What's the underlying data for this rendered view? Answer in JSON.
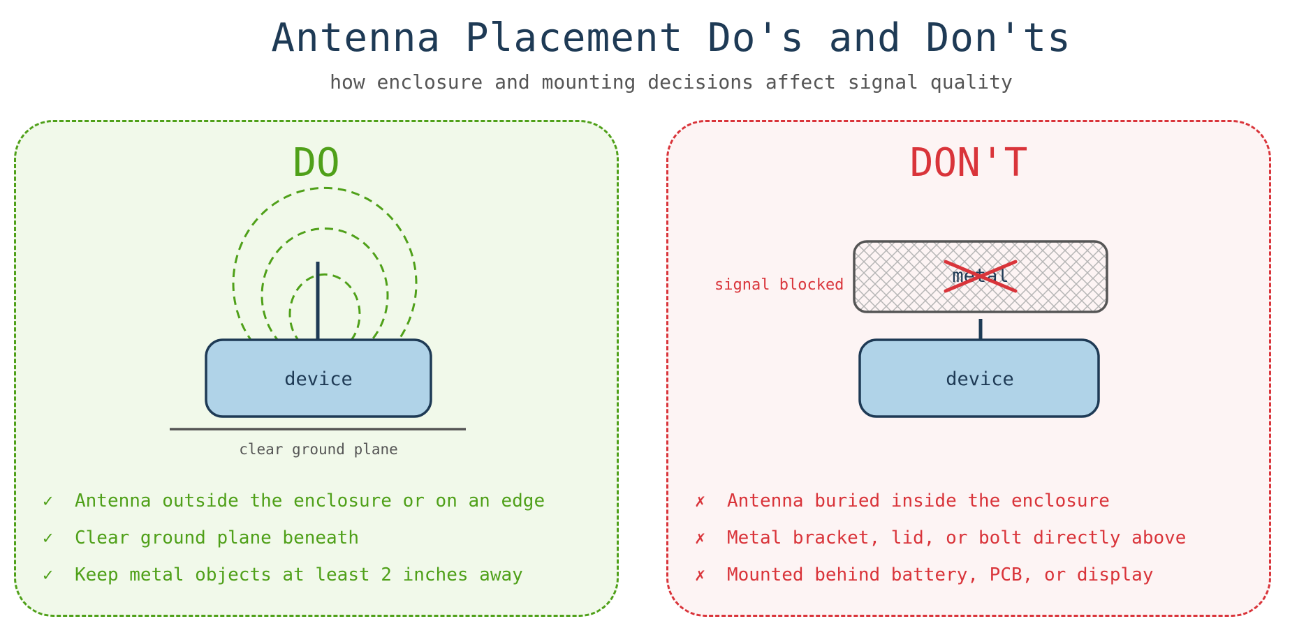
{
  "header": {
    "title": "Antenna Placement Do's and Don'ts",
    "subtitle": "how enclosure and mounting decisions affect signal quality"
  },
  "colors": {
    "do_accent": "#4fa019",
    "dont_accent": "#d9343a",
    "device_fill": "#b0d3e8",
    "device_stroke": "#1e3a55",
    "title": "#1e3a55"
  },
  "do_panel": {
    "heading": "DO",
    "device_label": "device",
    "ground_label": "clear ground plane",
    "check_icon": "check-mark",
    "items": [
      "Antenna outside the enclosure or on an edge",
      "Clear ground plane beneath",
      "Keep metal objects at least 2 inches away"
    ]
  },
  "dont_panel": {
    "heading": "DON'T",
    "device_label": "device",
    "metal_label": "metal",
    "blocked_label": "signal blocked",
    "cross_icon": "x-mark",
    "items": [
      "Antenna buried inside the enclosure",
      "Metal bracket, lid, or bolt directly above",
      "Mounted behind battery, PCB, or display"
    ]
  }
}
